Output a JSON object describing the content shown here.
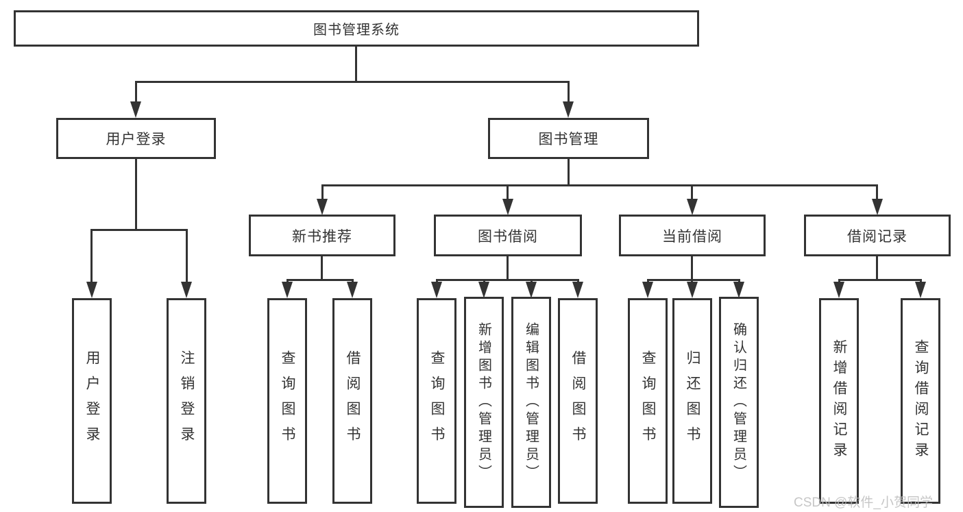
{
  "tree": {
    "label": "图书管理系统",
    "children": [
      {
        "label": "用户登录",
        "children": [
          {
            "label": "用户登录"
          },
          {
            "label": "注销登录"
          }
        ]
      },
      {
        "label": "图书管理",
        "children": [
          {
            "label": "新书推荐",
            "children": [
              {
                "label": "查询图书"
              },
              {
                "label": "借阅图书"
              }
            ]
          },
          {
            "label": "图书借阅",
            "children": [
              {
                "label": "查询图书"
              },
              {
                "label": "新增图书（管理员）"
              },
              {
                "label": "编辑图书（管理员）"
              },
              {
                "label": "借阅图书"
              }
            ]
          },
          {
            "label": "当前借阅",
            "children": [
              {
                "label": "查询图书"
              },
              {
                "label": "归还图书"
              },
              {
                "label": "确认归还（管理员）"
              }
            ]
          },
          {
            "label": "借阅记录",
            "children": [
              {
                "label": "新增借阅记录"
              },
              {
                "label": "查询借阅记录"
              }
            ]
          }
        ]
      }
    ]
  },
  "watermark": {
    "text": "CSDN @软件_小贺同学"
  },
  "colors": {
    "line": "#333333",
    "box_bg": "#ffffff",
    "text": "#333333",
    "watermark": "#bdbdbd"
  }
}
